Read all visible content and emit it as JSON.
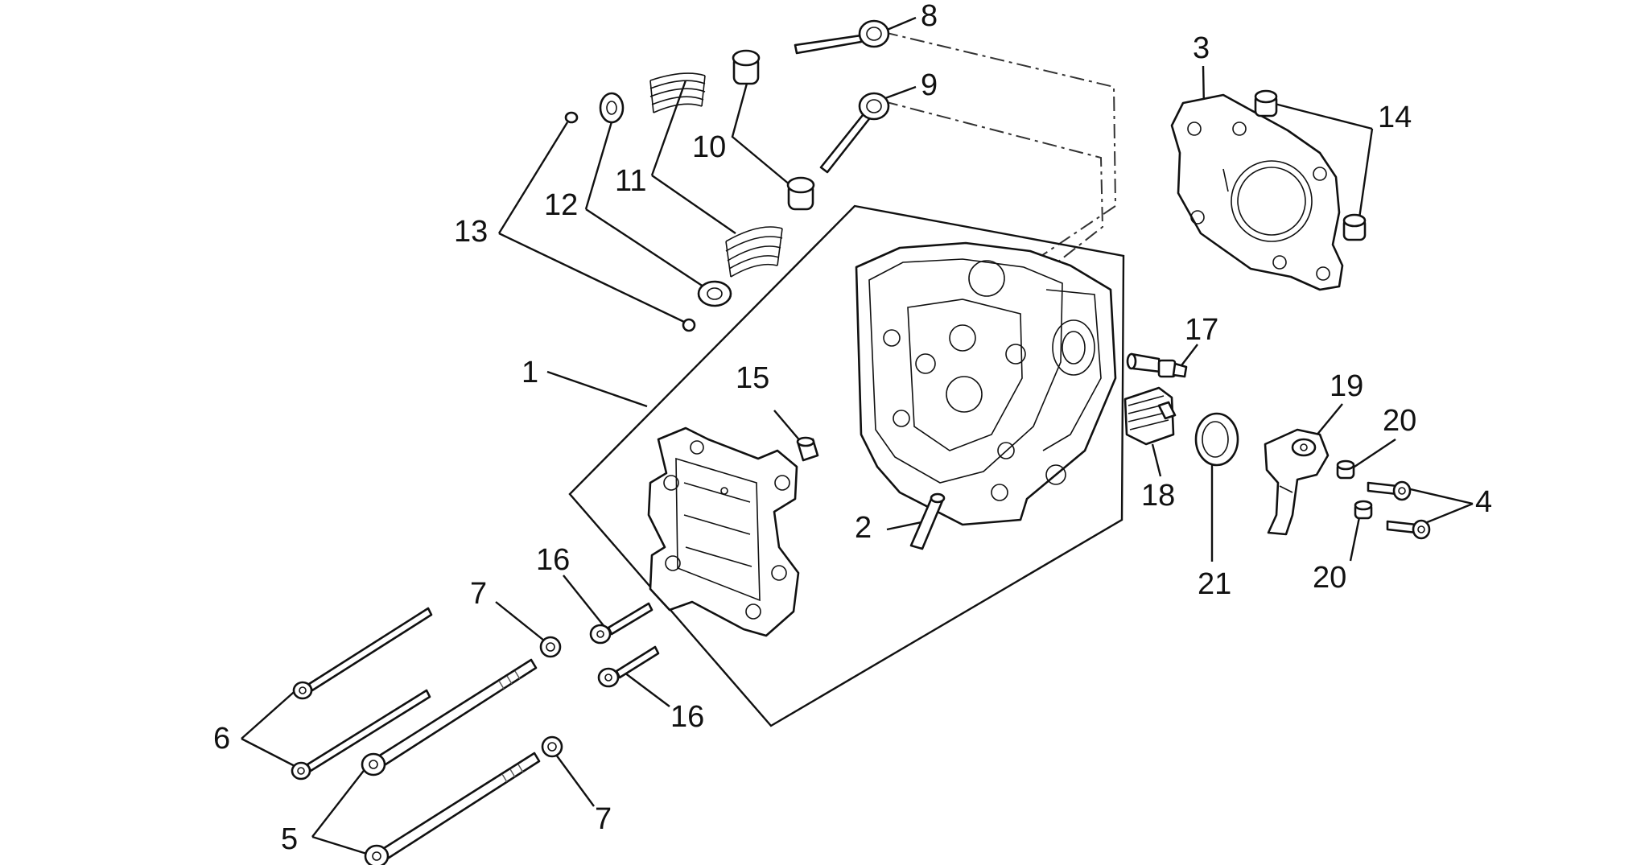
{
  "labels": [
    {
      "id": "1",
      "text": "1"
    },
    {
      "id": "2",
      "text": "2"
    },
    {
      "id": "3",
      "text": "3"
    },
    {
      "id": "4",
      "text": "4"
    },
    {
      "id": "5",
      "text": "5"
    },
    {
      "id": "6",
      "text": "6"
    },
    {
      "id": "7a",
      "text": "7"
    },
    {
      "id": "7b",
      "text": "7"
    },
    {
      "id": "8",
      "text": "8"
    },
    {
      "id": "9",
      "text": "9"
    },
    {
      "id": "10",
      "text": "10"
    },
    {
      "id": "11",
      "text": "11"
    },
    {
      "id": "12",
      "text": "12"
    },
    {
      "id": "13",
      "text": "13"
    },
    {
      "id": "14",
      "text": "14"
    },
    {
      "id": "15",
      "text": "15"
    },
    {
      "id": "16a",
      "text": "16"
    },
    {
      "id": "16b",
      "text": "16"
    },
    {
      "id": "17",
      "text": "17"
    },
    {
      "id": "18",
      "text": "18"
    },
    {
      "id": "19",
      "text": "19"
    },
    {
      "id": "20a",
      "text": "20"
    },
    {
      "id": "20b",
      "text": "20"
    },
    {
      "id": "21",
      "text": "21"
    }
  ],
  "colors": {
    "ink": "#111111",
    "background": "#ffffff"
  },
  "parts": [
    "cylinder-head",
    "dowel-pin",
    "head-gasket",
    "screw",
    "stud-bolt",
    "long-bolt",
    "washer",
    "exhaust-valve",
    "intake-valve",
    "valve-seal",
    "valve-spring",
    "spring-retainer",
    "valve-cotter",
    "bushing",
    "pin",
    "bolt",
    "temperature-sensor",
    "thermostat",
    "thermostat-cover",
    "nut",
    "o-ring"
  ]
}
